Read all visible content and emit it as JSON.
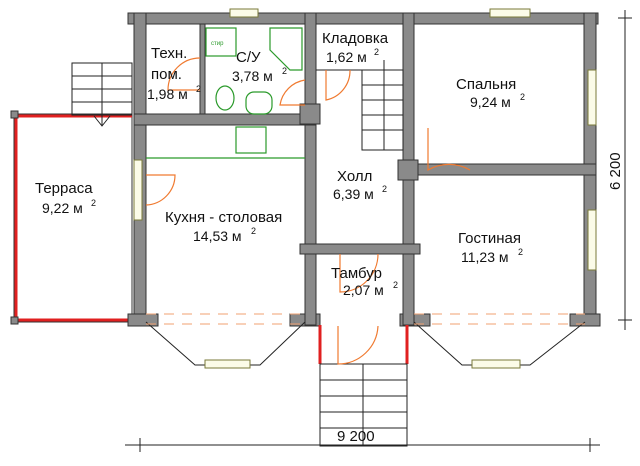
{
  "rooms": {
    "tech": {
      "name_1": "Техн.",
      "name_2": "пом.",
      "area": "1,98 м",
      "sup": "2"
    },
    "bathroom": {
      "name": "С/У",
      "area": "3,78 м",
      "sup": "2",
      "washer": "стир"
    },
    "storage": {
      "name": "Кладовка",
      "area": "1,62 м",
      "sup": "2"
    },
    "bedroom": {
      "name": "Спальня",
      "area": "9,24 м",
      "sup": "2"
    },
    "terrace": {
      "name": "Терраса",
      "area": "9,22 м",
      "sup": "2"
    },
    "kitchen": {
      "name": "Кухня - столовая",
      "area": "14,53 м",
      "sup": "2"
    },
    "hall": {
      "name": "Холл",
      "area": "6,39 м",
      "sup": "2"
    },
    "living": {
      "name": "Гостиная",
      "area": "11,23 м",
      "sup": "2"
    },
    "vestibule": {
      "name": "Тамбур",
      "area": "2,07 м",
      "sup": "2"
    }
  },
  "dimensions": {
    "width": "9 200",
    "depth": "6 200"
  },
  "colors": {
    "wall": "#8a8a8a",
    "door": "#f07a30",
    "terrace_edge": "#e02020",
    "plumbing": "#2a9a2a"
  }
}
